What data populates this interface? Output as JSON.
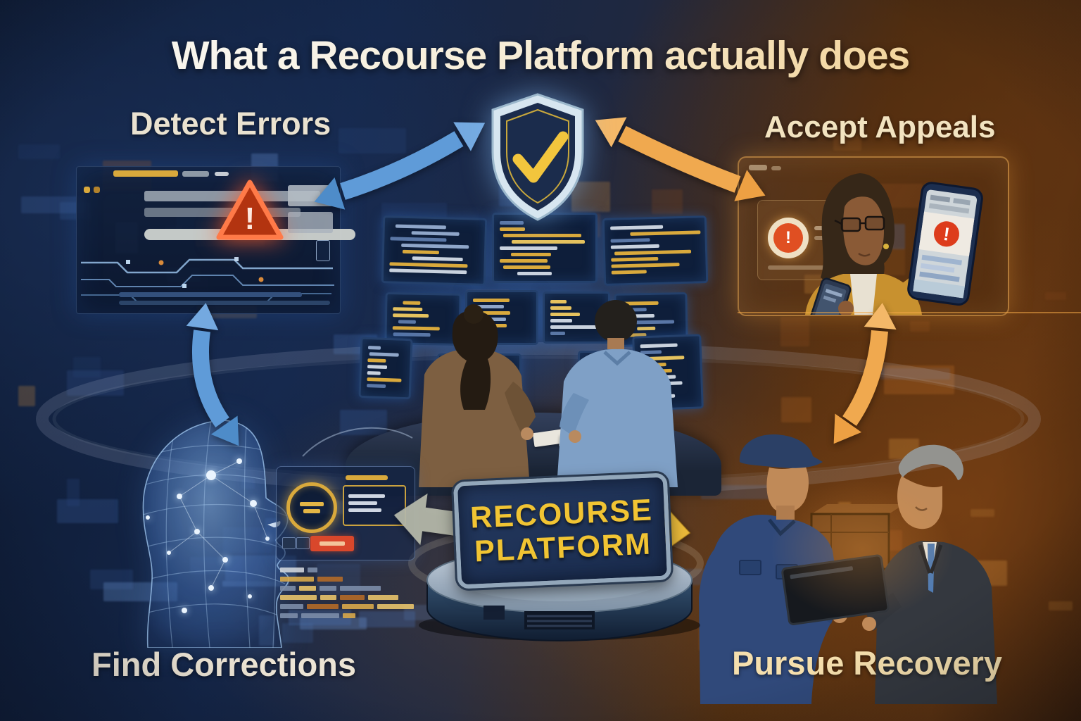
{
  "title": "What a Recourse Platform actually does",
  "nodes": {
    "detect_errors": {
      "label": "Detect Errors"
    },
    "accept_appeals": {
      "label": "Accept Appeals"
    },
    "find_corrections": {
      "label": "Find Corrections"
    },
    "pursue_recovery": {
      "label": "Pursue Recovery"
    }
  },
  "platform_sign": {
    "line1": "RECOURSE",
    "line2": "PLATFORM"
  },
  "icons": {
    "shield_check": "shield-with-checkmark",
    "warning_triangle": "warning-triangle",
    "alert_glyph": "!",
    "flow_arrows": "double-headed-curved-arrows"
  },
  "colors": {
    "navy_bg": "#13233f",
    "rust_bg": "#6a3a14",
    "cream_text": "#f2e7cc",
    "blue_arrow": "#5f9bd8",
    "orange_arrow": "#f0a94f",
    "gold": "#e9b93a",
    "alert_red": "#e04f22",
    "sign_text": "#f1c433"
  }
}
